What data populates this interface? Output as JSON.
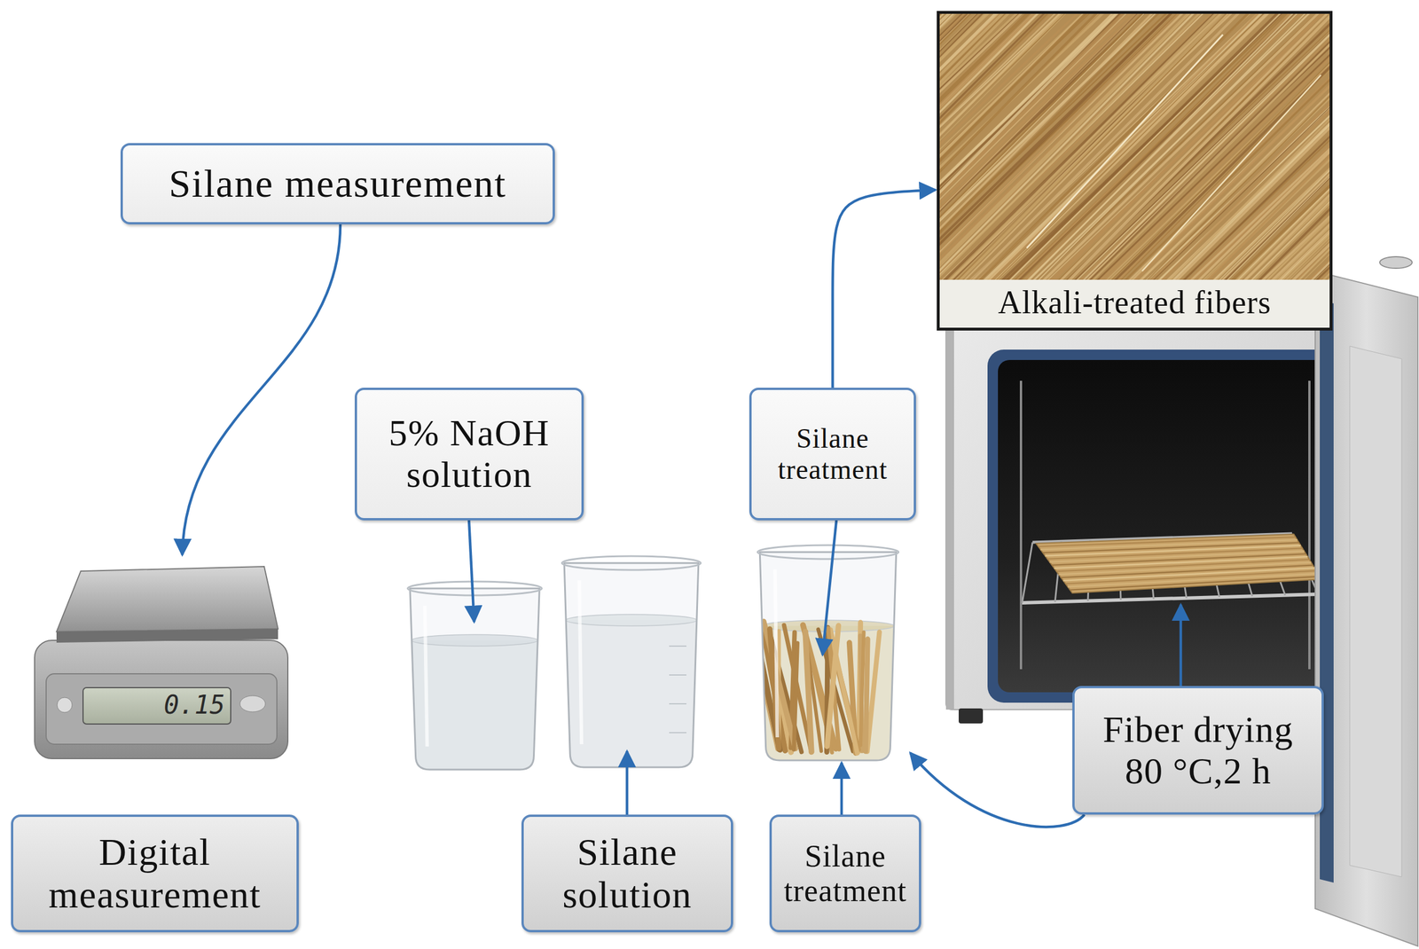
{
  "diagram": {
    "nodes": [
      {
        "text": [
          "Silane measurement"
        ]
      },
      {
        "text": [
          "Alkali-treated fibers"
        ]
      },
      {
        "text": [
          "5% NaOH solution"
        ]
      },
      {
        "text": [
          "Silane treatment"
        ]
      },
      {
        "text": [
          "Fiber drying 80 °C,2 h"
        ]
      },
      {
        "text": [
          "Digital measurement"
        ]
      },
      {
        "text": [
          "Silane solution"
        ]
      },
      {
        "text": [
          "Silane treatment"
        ]
      }
    ],
    "edges": [
      {
        "from": 3,
        "to": 1,
        "arrow": "to"
      }
    ],
    "labels": [
      "0.15"
    ]
  }
}
